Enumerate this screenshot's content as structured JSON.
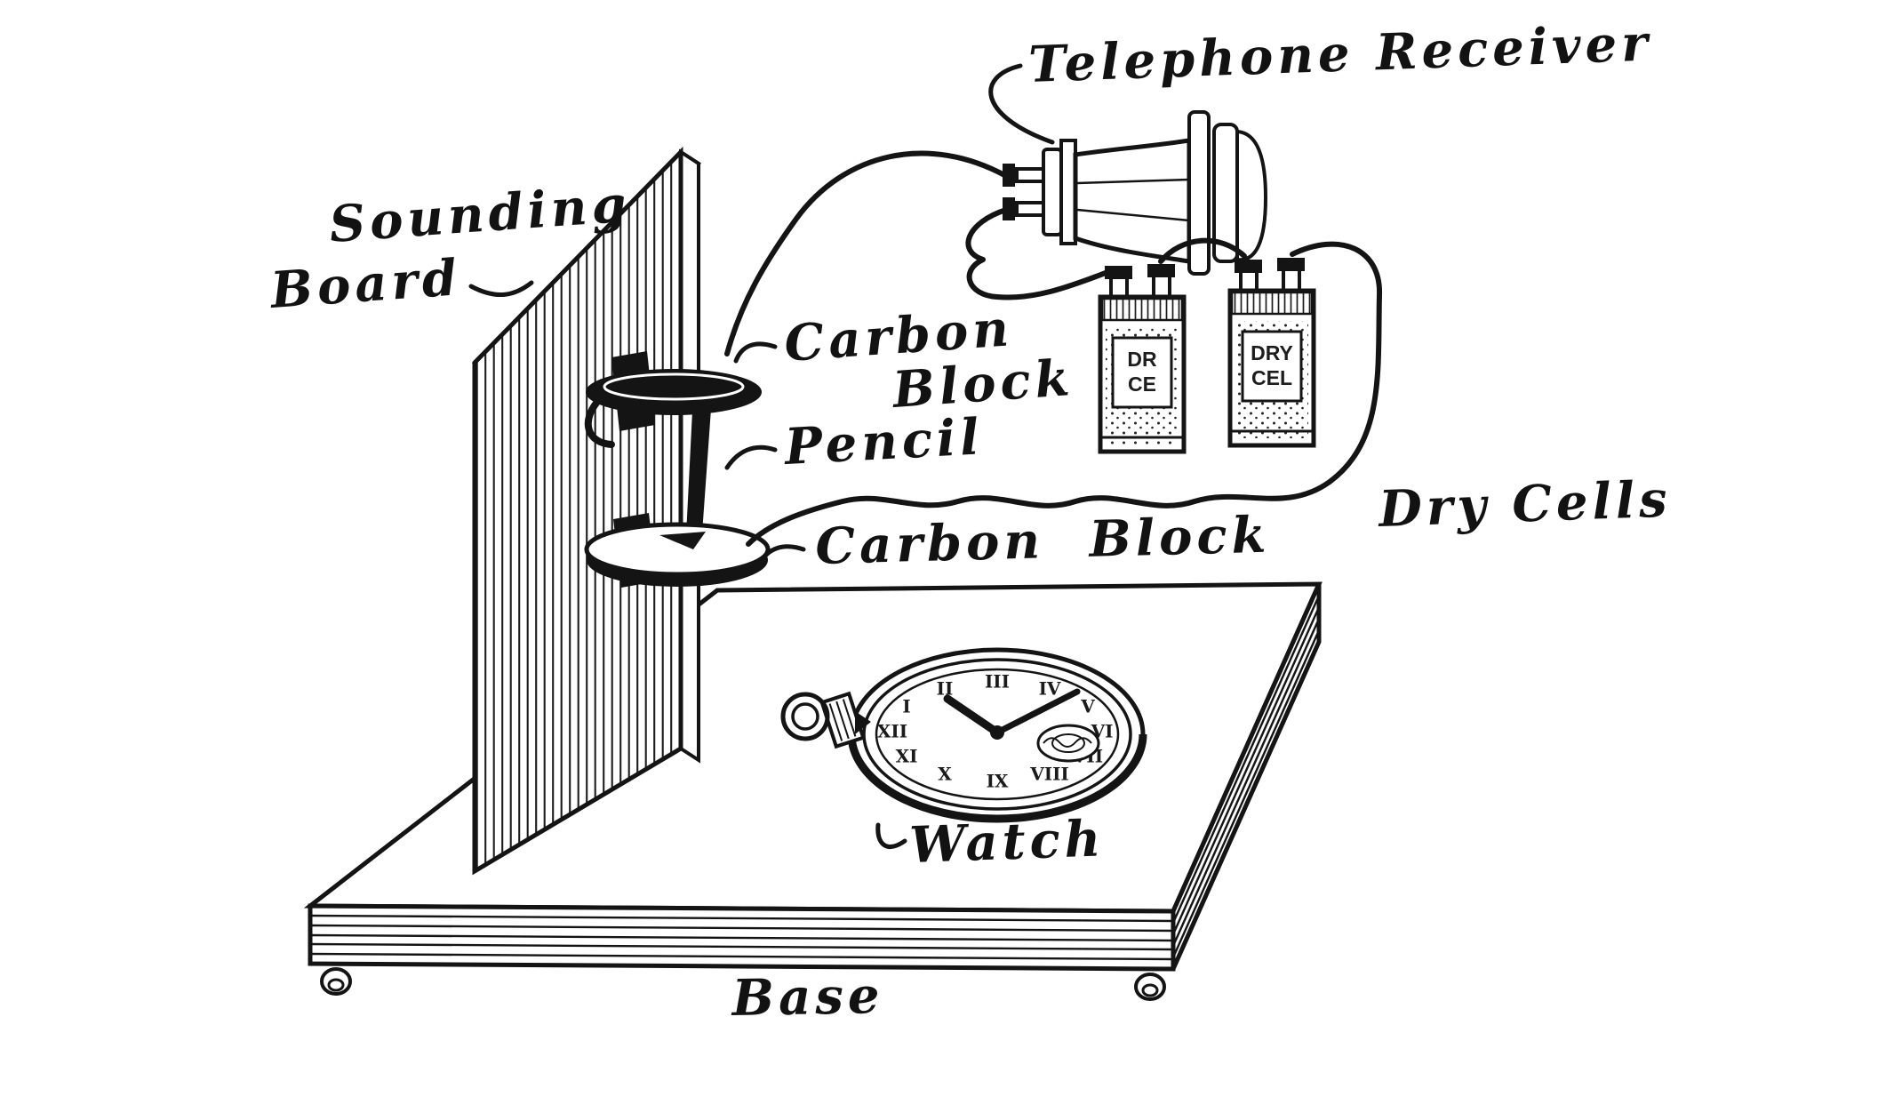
{
  "canvas": {
    "background": "#ffffff",
    "ink": "#141414"
  },
  "labels": {
    "telephone_receiver": "Telephone Receiver",
    "sounding_board_line1": "Sounding",
    "sounding_board_line2": "Board",
    "carbon_block_top_line1": "Carbon",
    "carbon_block_top_line2": "Block",
    "pencil": "Pencil",
    "carbon_block_bottom": "Carbon Block",
    "dry_cells": "Dry Cells",
    "watch": "Watch",
    "base": "Base"
  },
  "dry_cell_1": {
    "line1": "DR",
    "line2": "CE"
  },
  "dry_cell_2": {
    "line1": "DRY",
    "line2": "CEL"
  },
  "watch_face": {
    "numerals": [
      "XII",
      "I",
      "II",
      "III",
      "IV",
      "V",
      "VI",
      "VII",
      "VIII",
      "IX",
      "X",
      "XI"
    ]
  }
}
